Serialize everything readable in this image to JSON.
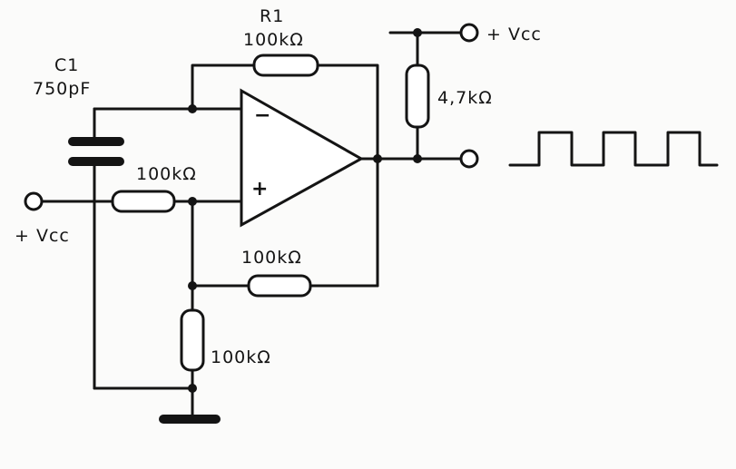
{
  "labels": {
    "r1_name": "R1",
    "r1_value": "100kΩ",
    "c1_name": "C1",
    "c1_value": "750pF",
    "r_input": "100kΩ",
    "r_feedback": "100kΩ",
    "r_ground": "100kΩ",
    "r_pullup": "4,7kΩ",
    "vcc_top": "+ Vcc",
    "vcc_left": "+ Vcc",
    "inv_sign": "−",
    "noninv_sign": "+"
  }
}
